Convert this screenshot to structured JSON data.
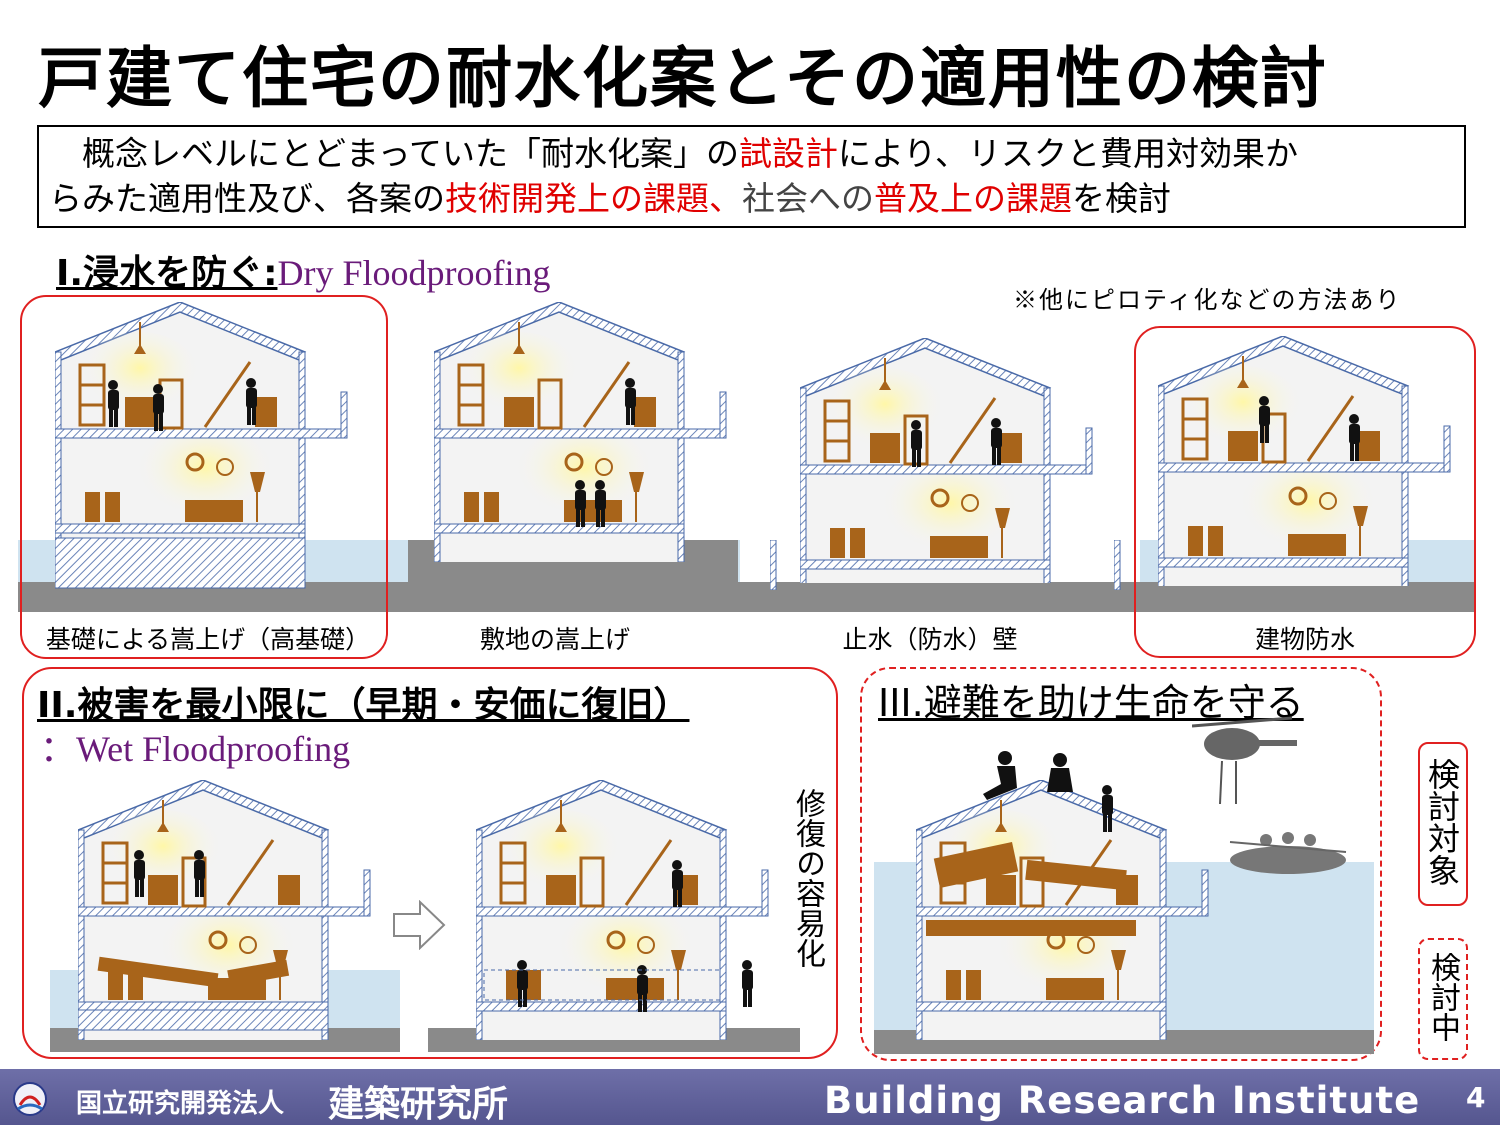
{
  "title": "戸建て住宅の耐水化案とその適用性の検討",
  "intro": {
    "line1": [
      {
        "t": "　概念レベルにとどまっていた「耐水化案」の",
        "c": ""
      },
      {
        "t": "試設計",
        "c": "red"
      },
      {
        "t": "により、リスクと費用対効果か",
        "c": ""
      }
    ],
    "line2": [
      {
        "t": "らみた適用性及び、各案の",
        "c": ""
      },
      {
        "t": "技術開発上の課題、",
        "c": "red"
      },
      {
        "t": "社会への",
        "c": "gray"
      },
      {
        "t": "普及上の課題",
        "c": "red"
      },
      {
        "t": "を検討",
        "c": ""
      }
    ]
  },
  "section1": {
    "heading_jp": "I.浸水を防ぐ:",
    "heading_en": "Dry Floodproofing"
  },
  "note": "※他にピロティ化などの方法あり",
  "captions": {
    "c1": "基礎による嵩上げ（高基礎）",
    "c2": "敷地の嵩上げ",
    "c3": "止水（防水）壁",
    "c4": "建物防水"
  },
  "section2": {
    "heading_jp": "II.被害を最小限に（早期・安価に復旧）",
    "heading_en": "：Wet Floodproofing"
  },
  "repair_label": "修復の容易化",
  "section3": {
    "heading": "III.避難を助け生命を守る"
  },
  "legend": {
    "studied": "検討対象",
    "in_progress": "検討中"
  },
  "footer": {
    "org_prefix": "国立研究開発法人",
    "org_name": "建築研究所",
    "org_en": "Building Research Institute",
    "page": "4"
  },
  "colors": {
    "red": "#e00000",
    "purple": "#6a1b7a",
    "footer": "#5f609a",
    "water": "#cfe3f0",
    "furniture": "#a8641a"
  }
}
